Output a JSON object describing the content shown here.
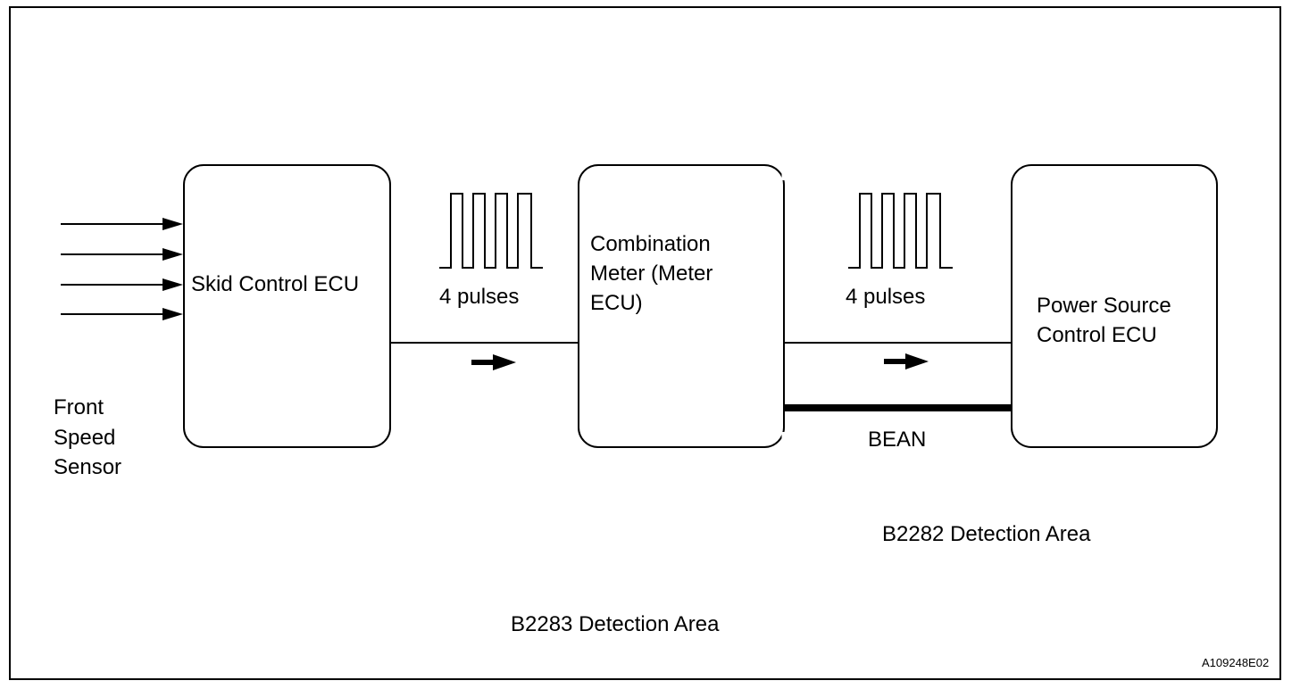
{
  "front_sensor": {
    "lines": [
      "Front",
      "Speed",
      "Sensor"
    ]
  },
  "skid_ecu": {
    "label": "Skid Control ECU"
  },
  "meter_ecu": {
    "lines": [
      "Combination",
      "Meter (Meter",
      "ECU)"
    ]
  },
  "power_ecu": {
    "lines": [
      "Power Source",
      "Control ECU"
    ]
  },
  "pulses_left": {
    "label": "4 pulses"
  },
  "pulses_right": {
    "label": "4 pulses"
  },
  "bean": {
    "label": "BEAN"
  },
  "areas": {
    "b2282": "B2282 Detection Area",
    "b2283": "B2283 Detection Area"
  },
  "figure_id": "A109248E02"
}
